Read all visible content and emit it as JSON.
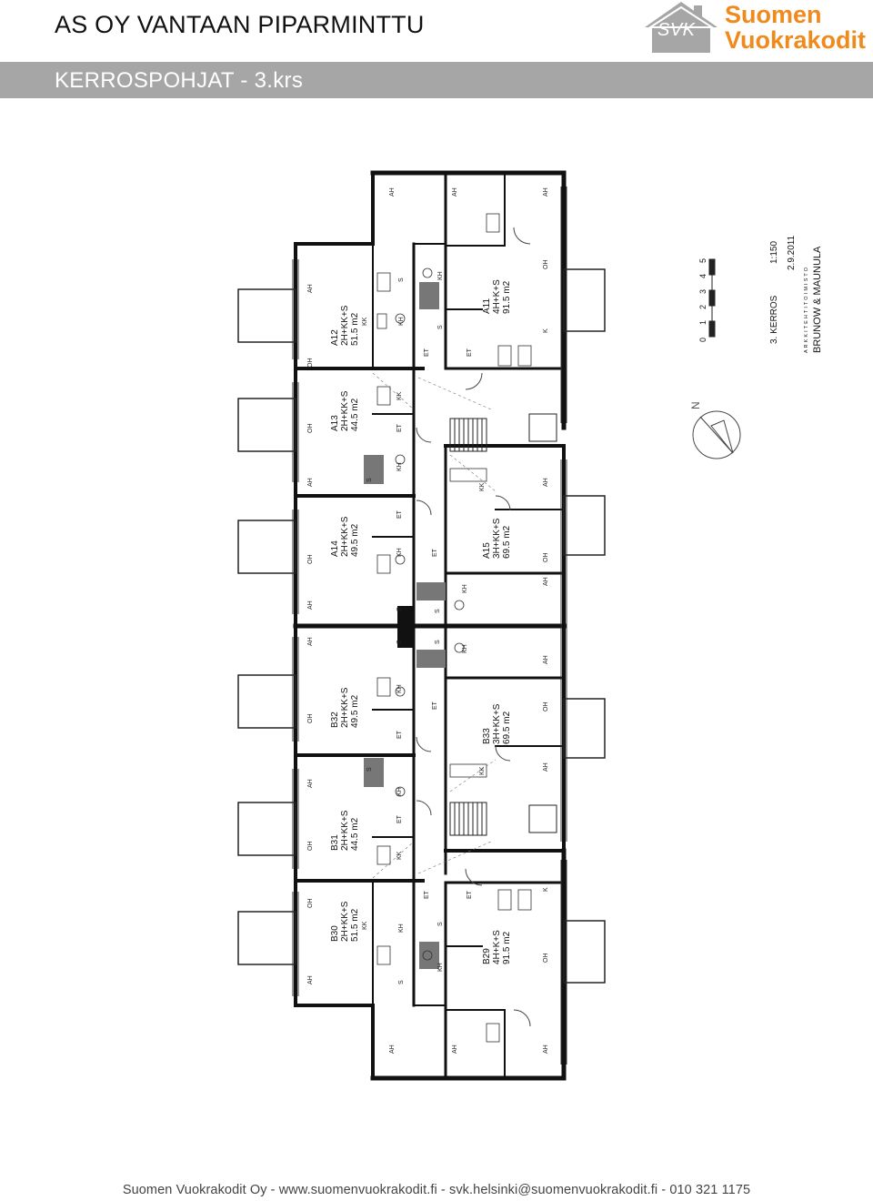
{
  "header": {
    "title": "AS OY VANTAAN PIPARMINTTU",
    "subtitle": "KERROSPOHJAT - 3.krs"
  },
  "logo": {
    "badge": "SVK",
    "line1": "Suomen",
    "line2": "Vuokrakodit",
    "brand_color": "#f08a1c",
    "house_color": "#a6a6a6"
  },
  "apartments": [
    {
      "id": "A11",
      "type": "4H+K+S",
      "area": "91.5 m2"
    },
    {
      "id": "A12",
      "type": "2H+KK+S",
      "area": "51.5 m2"
    },
    {
      "id": "A13",
      "type": "2H+KK+S",
      "area": "44.5 m2"
    },
    {
      "id": "A14",
      "type": "2H+KK+S",
      "area": "49.5 m2"
    },
    {
      "id": "A15",
      "type": "3H+KK+S",
      "area": "69.5 m2"
    },
    {
      "id": "B29",
      "type": "4H+K+S",
      "area": "91.5 m2"
    },
    {
      "id": "B30",
      "type": "2H+KK+S",
      "area": "51.5 m2"
    },
    {
      "id": "B31",
      "type": "2H+KK+S",
      "area": "44.5 m2"
    },
    {
      "id": "B32",
      "type": "2H+KK+S",
      "area": "49.5 m2"
    },
    {
      "id": "B33",
      "type": "3H+KK+S",
      "area": "69.5 m2"
    }
  ],
  "room_codes": {
    "ah": "AH",
    "oh": "OH",
    "kk": "KK",
    "kh": "KH",
    "s": "S",
    "et": "ET",
    "k": "K",
    "vh": "VH"
  },
  "info": {
    "floor": "3. KERROS",
    "scale": "1:150",
    "date": "2.9.2011",
    "office_label": "A R K K I T E H T I T O I M I S T O",
    "office": "BRUNOW & MAUNULA",
    "north": "N",
    "scale_ticks": [
      "0",
      "1",
      "2",
      "3",
      "4",
      "5"
    ]
  },
  "footer": {
    "text": "Suomen Vuokrakodit Oy  -  www.suomenvuokrakodit.fi  -  svk.helsinki@suomenvuokrakodit.fi  - 010 321 1175"
  }
}
